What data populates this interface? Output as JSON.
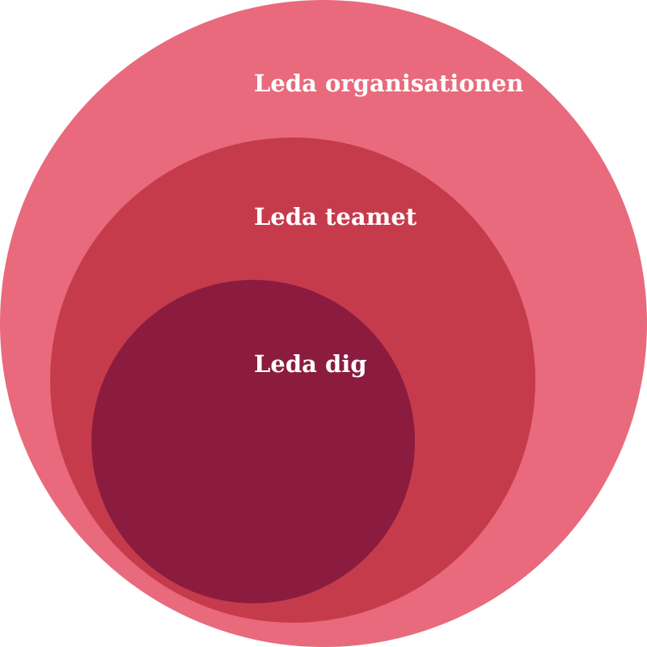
{
  "diagram": {
    "levels": [
      {
        "label": "Leda organisationen",
        "color": "#e86a7c"
      },
      {
        "label": "Leda teamet",
        "color": "#c63b4b"
      },
      {
        "label": "Leda dig",
        "color": "#8b1c3f"
      }
    ],
    "label_color": "#ffffff"
  }
}
